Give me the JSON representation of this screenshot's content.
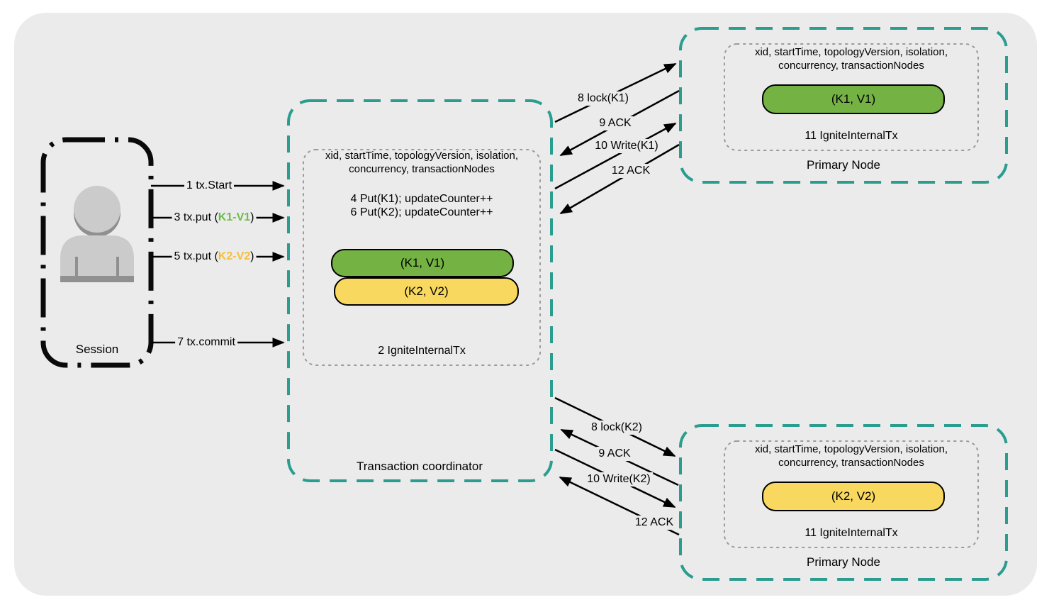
{
  "palette": {
    "panel": "#ebebeb",
    "teal": "#2a9d8f",
    "green": "#74b343",
    "yellow": "#f8d85e",
    "k1": "#6cbe45",
    "k2": "#f6bf35",
    "ink": "#000000",
    "dotted": "#9a9a9a"
  },
  "session": {
    "label": "Session",
    "calls": [
      {
        "label": "1 tx.Start"
      },
      {
        "prefix": "3 tx.put (",
        "key": "K1-V1",
        "suffix": ")"
      },
      {
        "prefix": "5 tx.put (",
        "key": "K2-V2",
        "suffix": ")"
      },
      {
        "label": "7 tx.commit"
      }
    ]
  },
  "coordinator": {
    "title": "Transaction coordinator",
    "meta_line1": "xid, startTime, topologyVersion, isolation,",
    "meta_line2": "concurrency, transactionNodes",
    "op1": "4 Put(K1); updateCounter++",
    "op2": "6 Put(K2); updateCounter++",
    "entry_k1": "(K1, V1)",
    "entry_k2": "(K2, V2)",
    "tx_label": "2 IgniteInternalTx"
  },
  "primary_node_top": {
    "title": "Primary Node",
    "meta_line1": "xid, startTime, topologyVersion, isolation,",
    "meta_line2": "concurrency, transactionNodes",
    "entry": "(K1, V1)",
    "tx_label": "11 IgniteInternalTx"
  },
  "primary_node_bottom": {
    "title": "Primary Node",
    "meta_line1": "xid, startTime, topologyVersion, isolation,",
    "meta_line2": "concurrency, transactionNodes",
    "entry": "(K2, V2)",
    "tx_label": "11 IgniteInternalTx"
  },
  "messages_top": [
    "8 lock(K1)",
    "9 ACK",
    "10 Write(K1)",
    "12 ACK"
  ],
  "messages_bottom": [
    "8 lock(K2)",
    "9 ACK",
    "10 Write(K2)",
    "12 ACK"
  ]
}
